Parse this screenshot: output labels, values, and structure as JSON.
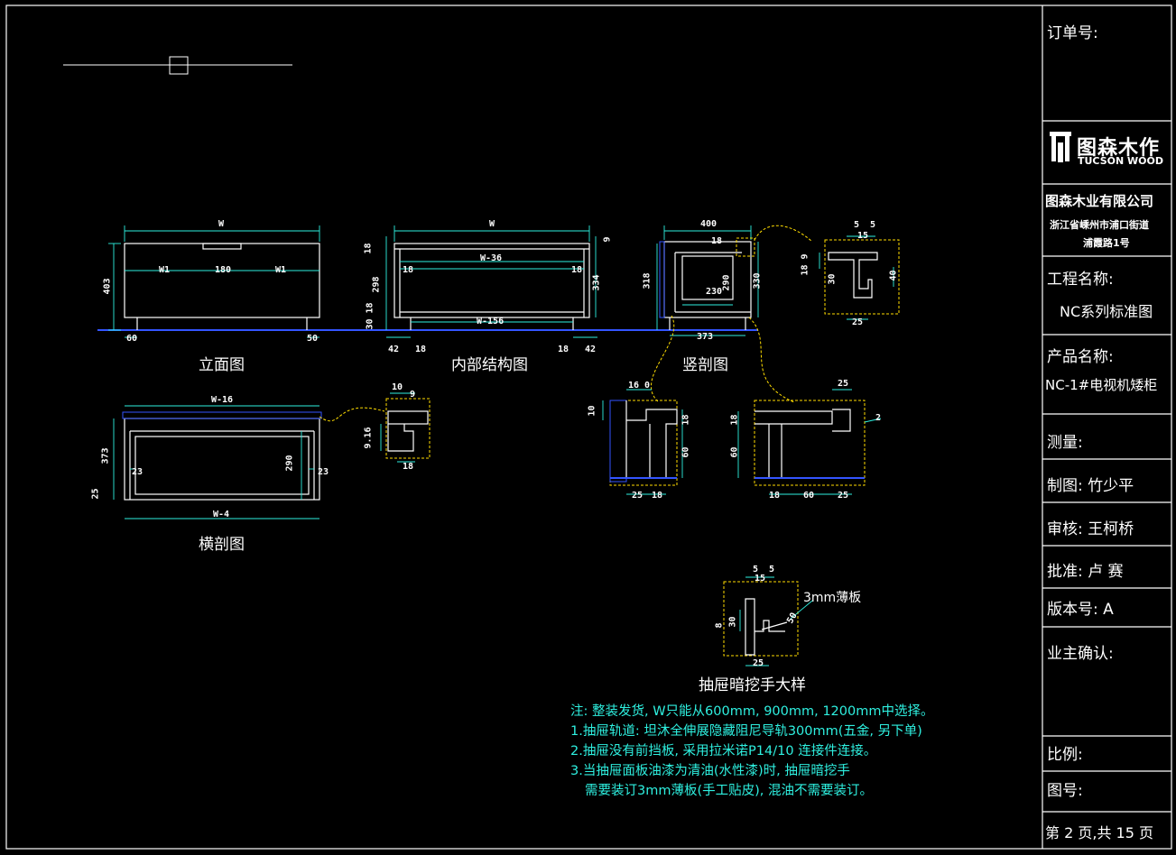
{
  "title_block": {
    "order_no_label": "订单号:",
    "logo_cn": "图森木作",
    "logo_en": "TUCSON WOOD",
    "company": "图森木业有限公司",
    "address_line1": "浙江省嵊州市浦口街道",
    "address_line2": "浦霞路1号",
    "project_label": "工程名称:",
    "project_value": "NC系列标准图",
    "product_label": "产品名称:",
    "product_value": "NC-1#电视机矮柜",
    "measure_label": "测量:",
    "drawn_label": "制图: 竹少平",
    "review_label": "审核: 王柯桥",
    "approve_label": "批准: 卢  赛",
    "version_label": "版本号: A",
    "owner_label": "业主确认:",
    "scale_label": "比例:",
    "drawing_no_label": "图号:",
    "page_label": "第 2 页,共 15 页"
  },
  "views": {
    "elevation": "立面图",
    "internal": "内部结构图",
    "vertical_section": "竖剖图",
    "horizontal_section": "横剖图",
    "handle_detail": "抽屉暗挖手大样"
  },
  "annotations": {
    "thin_board": "3mm薄板"
  },
  "notes": [
    "注: 整装发货, W只能从600mm, 900mm, 1200mm中选择。",
    "1.抽屉轨道: 坦沐全伸展隐藏阻尼导轨300mm(五金, 另下单)",
    "2.抽屉没有前挡板, 采用拉米诺P14/10 连接件连接。",
    "3.当抽屉面板油漆为清油(水性漆)时, 抽屉暗挖手",
    "  需要装订3mm薄板(手工贴皮), 混油不需要装订。"
  ],
  "dims": {
    "elev_w": "W",
    "elev_w1a": "W1",
    "elev_180": "180",
    "elev_w1b": "W1",
    "elev_403": "403",
    "elev_60": "60",
    "elev_50": "50",
    "int_w": "W",
    "int_w36": "W-36",
    "int_w156": "W-156",
    "int_18a": "18",
    "int_18b": "18",
    "int_18c": "18",
    "int_18d": "18",
    "int_42a": "42",
    "int_42b": "42",
    "int_334": "334",
    "int_9": "9",
    "int_18v": "18",
    "int_298": "298",
    "int_30": "30",
    "int_18v2": "18",
    "vs_400": "400",
    "vs_318": "318",
    "vs_330": "330",
    "vs_290": "290",
    "vs_230": "230",
    "vs_373": "373",
    "vs_18": "18",
    "hs_w16": "W-16",
    "hs_w4": "W-4",
    "hs_373": "373",
    "hs_290": "290",
    "hs_23a": "23",
    "hs_23b": "23",
    "hs_25": "25",
    "d_10": "10",
    "d_9": "9",
    "d_916": "9.16",
    "d_18": "18",
    "d_5a": "5",
    "d_5b": "5",
    "d_15": "15",
    "d_189": "18 9",
    "d_30": "30",
    "d_40": "40",
    "d_25": "25",
    "c_160": "16 0",
    "c_10": "10",
    "c_18": "18",
    "c_60": "60",
    "c_25": "25",
    "c_18b": "18",
    "r_25": "25",
    "r_18": "18",
    "r_60": "60",
    "r_18b": "18",
    "r_60b": "60",
    "r_25b": "25",
    "r_2": "2",
    "h_5a": "5",
    "h_5b": "5",
    "h_15": "15",
    "h_30": "30",
    "h_8": "8",
    "h_50": "50",
    "h_25": "25"
  }
}
